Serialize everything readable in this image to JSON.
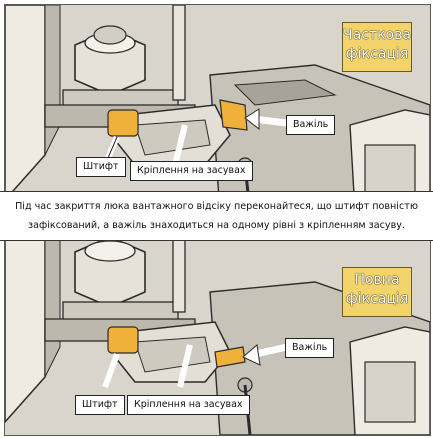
{
  "top_panel": {
    "status": [
      "Часткова",
      "фіксація"
    ],
    "labels": {
      "lever": "Важіль",
      "pin": "Штифт",
      "mount": "Кріплення на засувах"
    }
  },
  "caption": {
    "line1": "Під час закриття люка вантажного відсіку переконайтеся, що штифт повністю",
    "line2": "зафіксований, а важіль знаходиться на одному рівні з кріпленням засуву."
  },
  "bottom_panel": {
    "status": [
      "Повна",
      "фіксація"
    ],
    "labels": {
      "lever": "Важіль",
      "pin": "Штифт",
      "mount": "Кріплення на засувах"
    }
  },
  "colors": {
    "badge": "#f3d46a",
    "highlight": "#f0b13a",
    "metal": "#cfcac0",
    "line": "#2b2b2b"
  }
}
